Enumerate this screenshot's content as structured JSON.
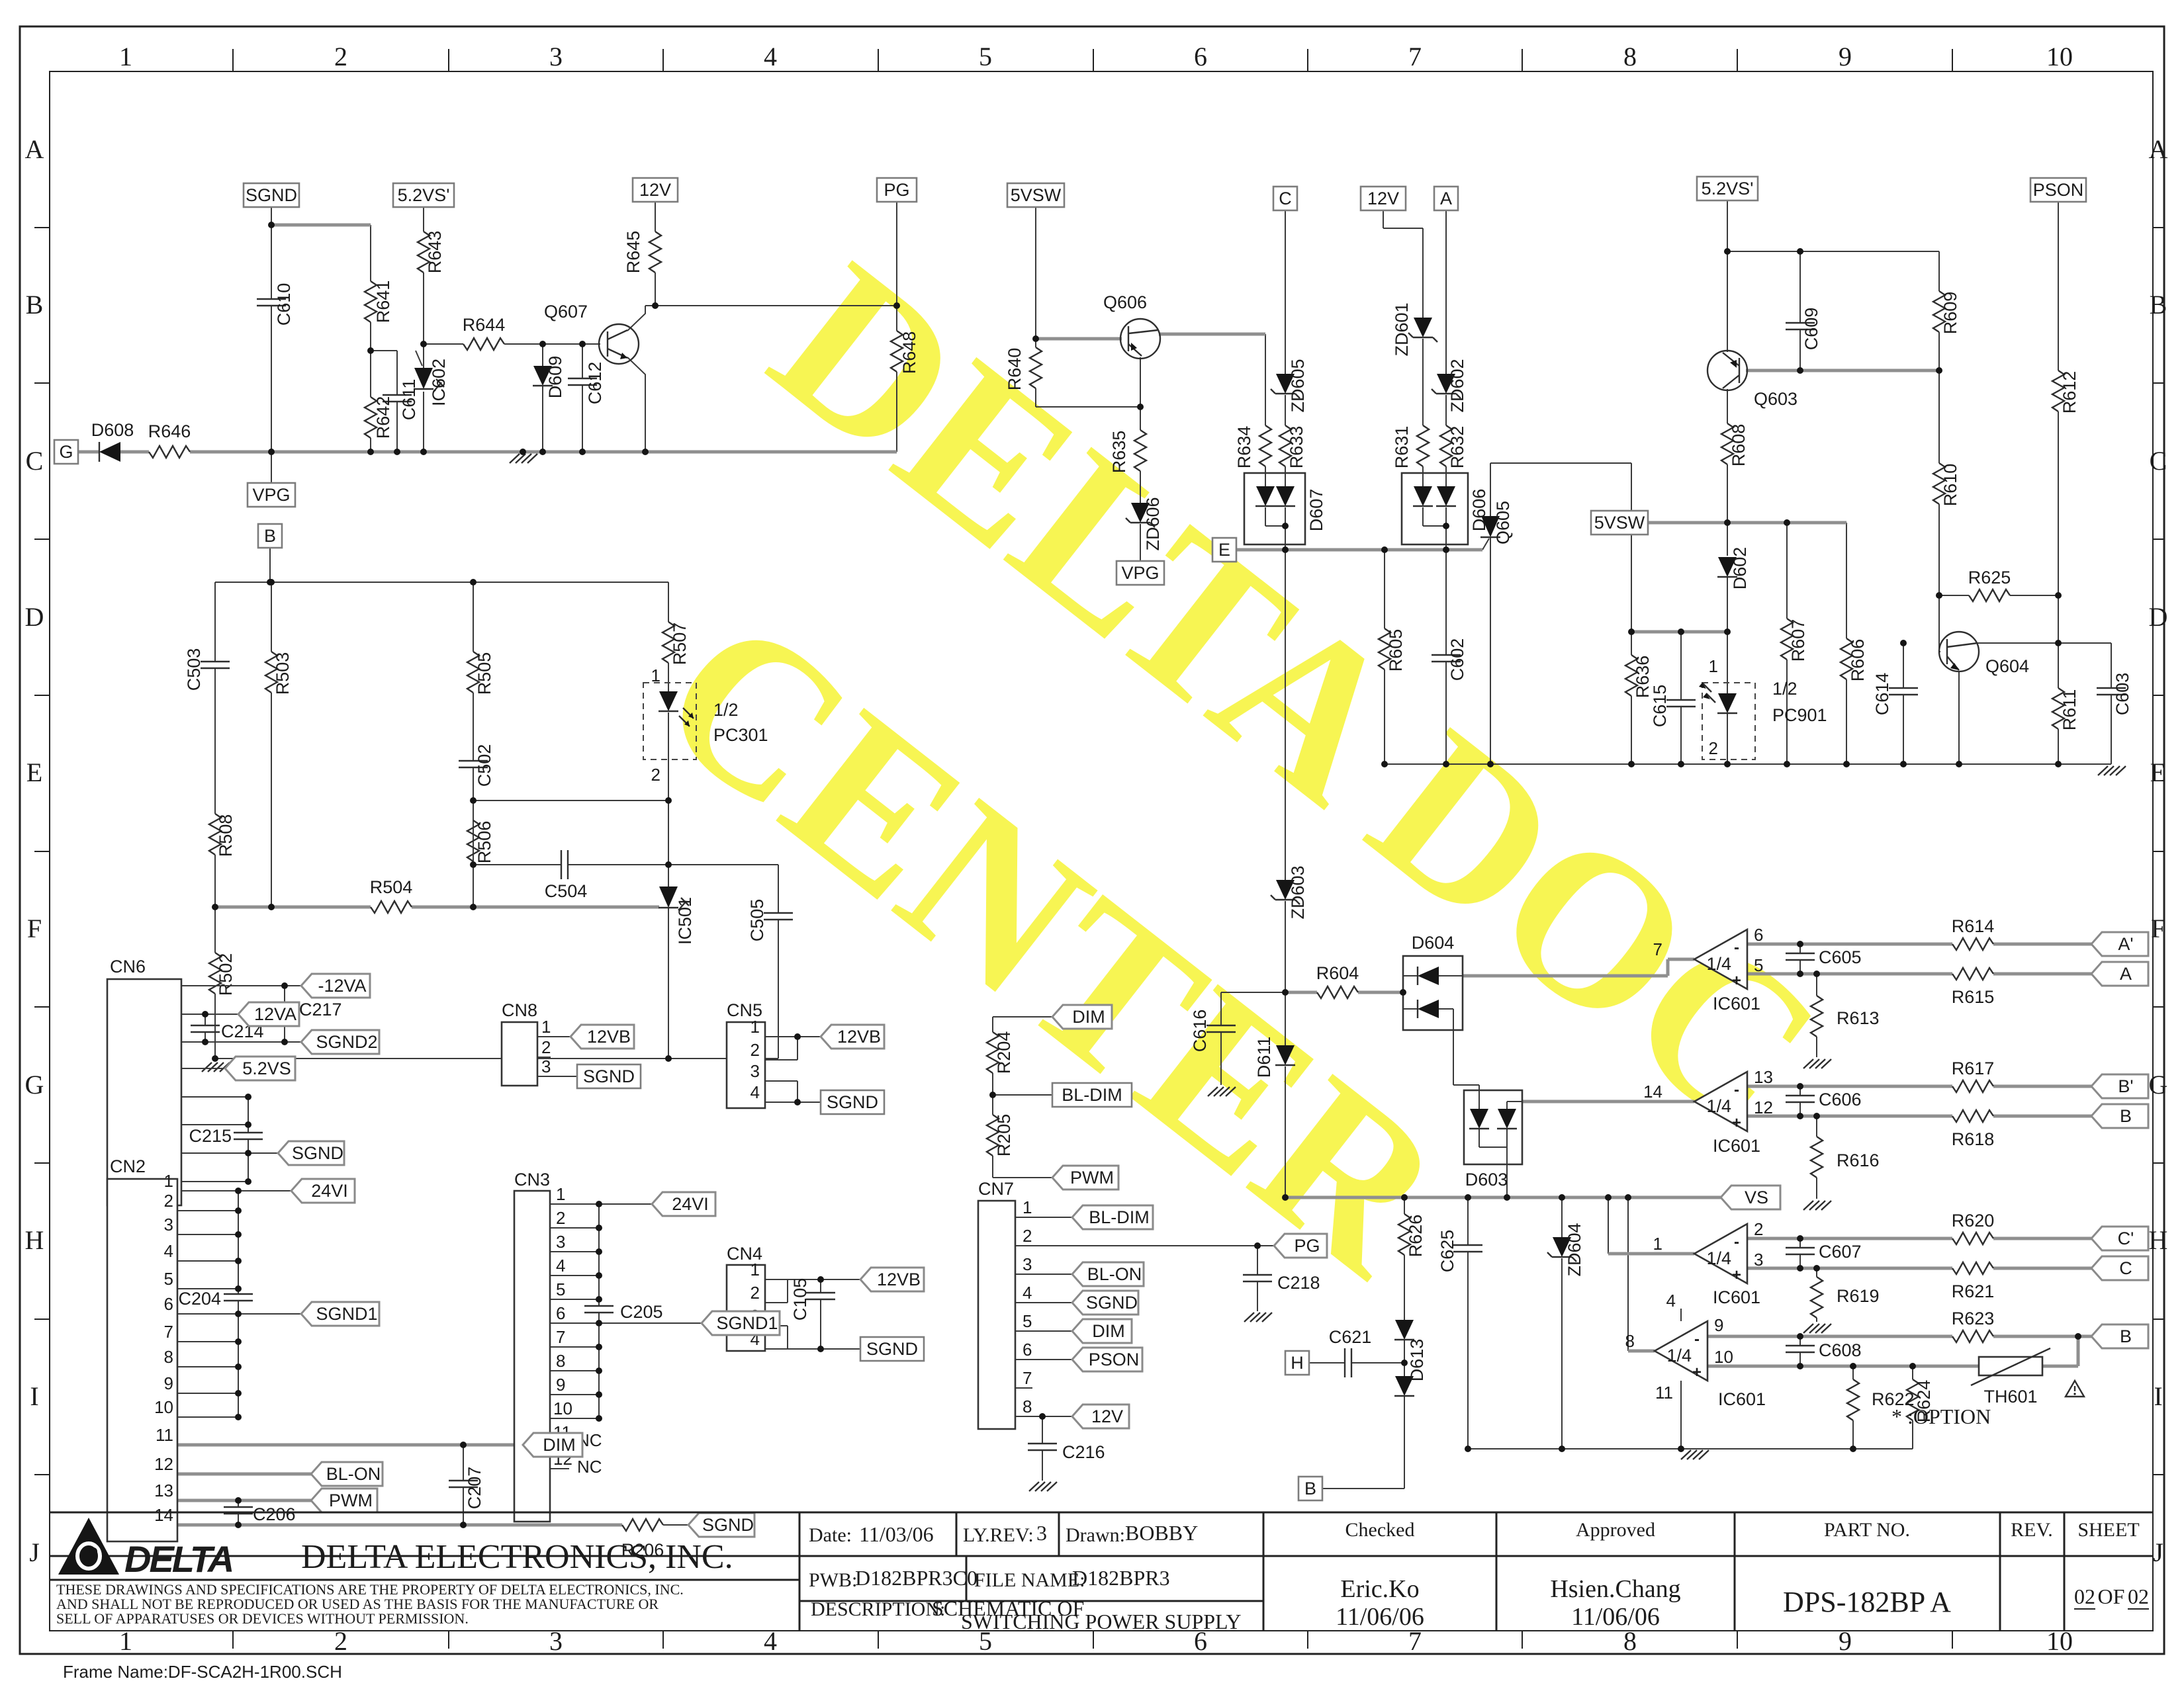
{
  "watermark": {
    "line1": "DELTA DOC",
    "line2": "CENTER"
  },
  "frame": {
    "cols": [
      "1",
      "2",
      "3",
      "4",
      "5",
      "6",
      "7",
      "8",
      "9",
      "10"
    ],
    "rows": [
      "A",
      "B",
      "C",
      "D",
      "E",
      "F",
      "G",
      "H",
      "I",
      "J"
    ],
    "frame_name": "Frame Name:DF-SCA2H-1R00.SCH"
  },
  "title_block": {
    "logo_text": "DELTA",
    "company": "DELTA ELECTRONICS, INC.",
    "disclaimer1": "THESE DRAWINGS AND SPECIFICATIONS ARE THE PROPERTY OF DELTA ELECTRONICS, INC.",
    "disclaimer2": "AND SHALL NOT BE REPRODUCED OR USED AS THE BASIS FOR THE MANUFACTURE OR",
    "disclaimer3": "SELL OF APPARATUSES OR DEVICES WITHOUT PERMISSION.",
    "date_label": "Date:",
    "date_value": "11/03/06",
    "lyrev_label": "LY.REV:",
    "lyrev_value": "3",
    "drawn_label": "Drawn:",
    "drawn_value": "BOBBY",
    "pwb_label": "PWB:",
    "pwb_value": "D182BPR3C0",
    "file_label": "FILE NAME:",
    "file_value": "D182BPR3",
    "desc_label": "DESCRIPTION:",
    "desc_line1": "SCHEMATIC OF",
    "desc_line2": "SWITCHING POWER SUPPLY",
    "checked_label": "Checked",
    "checked_name": "Eric.Ko",
    "checked_date": "11/06/06",
    "approved_label": "Approved",
    "approved_name": "Hsien.Chang",
    "approved_date": "11/06/06",
    "partno_label": "PART NO.",
    "partno_value": "DPS-182BP A",
    "rev_label": "REV.",
    "sheet_label": "SHEET",
    "sheet_num": "02",
    "sheet_of": "OF",
    "sheet_total": "02"
  },
  "nets": {
    "sgnd": "SGND",
    "sgnd1": "SGND1",
    "sgnd2": "SGND2",
    "vpg": "VPG",
    "g": "G",
    "v52vsp": "5.2VS'",
    "v52vs": "5.2VS",
    "v12": "12V",
    "pg": "PG",
    "v5sw": "5VSW",
    "c": "C",
    "a": "A",
    "e": "E",
    "pson": "PSON",
    "b": "B",
    "h": "H",
    "vs": "VS",
    "dim": "DIM",
    "bldim": "BL-DIM",
    "blon": "BL-ON",
    "pwm": "PWM",
    "n12va": "-12VA",
    "p12va": "12VA",
    "v24vi": "24VI",
    "v12vb": "12VB",
    "ap": "A'",
    "bp": "B'",
    "cp": "C'"
  },
  "refs": {
    "c610": "C610",
    "r641": "R641",
    "r642": "R642",
    "c611": "C611",
    "ic602": "IC602",
    "r643": "R643",
    "r644": "R644",
    "d608": "D608",
    "r646": "R646",
    "d609": "D609",
    "c612": "C612",
    "q607": "Q607",
    "r645": "R645",
    "r648": "R648",
    "r640": "R640",
    "q606": "Q606",
    "r635": "R635",
    "zd606": "ZD606",
    "zd605": "ZD605",
    "r633": "R633",
    "r634": "R634",
    "d607": "D607",
    "zd601": "ZD601",
    "zd602": "ZD602",
    "r631": "R631",
    "r632": "R632",
    "d606": "D606",
    "q605": "Q605",
    "r605": "R605",
    "c602": "C602",
    "c609": "C609",
    "r609": "R609",
    "q603": "Q603",
    "r610": "R610",
    "r612": "R612",
    "r625": "R625",
    "q604": "Q604",
    "r608": "R608",
    "r607": "R607",
    "r606": "R606",
    "d602": "D602",
    "r636": "R636",
    "c615": "C615",
    "pc901": "PC901",
    "c614": "C614",
    "r611": "R611",
    "c603": "C603",
    "c503": "C503",
    "r503": "R503",
    "r508": "R508",
    "r502": "R502",
    "r505": "R505",
    "c502": "C502",
    "r506": "R506",
    "r504": "R504",
    "c504": "C504",
    "r507": "R507",
    "pc301": "PC301",
    "ic501": "IC501",
    "c505": "C505",
    "zd603": "ZD603",
    "c616": "C616",
    "d611": "D611",
    "r604": "R604",
    "d604": "D604",
    "d603": "D603",
    "r626": "R626",
    "c621": "C621",
    "d613": "D613",
    "c625": "C625",
    "zd604": "ZD604",
    "ic601": "IC601",
    "c605": "C605",
    "r613": "R613",
    "r614": "R614",
    "r615": "R615",
    "c606": "C606",
    "r616": "R616",
    "r617": "R617",
    "r618": "R618",
    "c607": "C607",
    "r619": "R619",
    "r620": "R620",
    "r621": "R621",
    "c608": "C608",
    "r622": "R622",
    "r623": "R623",
    "r624": "R624",
    "th601": "TH601",
    "cn6": "CN6",
    "cn2": "CN2",
    "cn8": "CN8",
    "cn5": "CN5",
    "cn3": "CN3",
    "cn4": "CN4",
    "cn7": "CN7",
    "c214": "C214",
    "c217": "C217",
    "c215": "C215",
    "c204": "C204",
    "c206": "C206",
    "c207": "C207",
    "r206": "R206",
    "c205": "C205",
    "c105": "C105",
    "c216": "C216",
    "c218": "C218",
    "r204": "R204",
    "r205": "R205"
  },
  "pins": {
    "p1": "1",
    "p2": "2",
    "p3": "3",
    "p4": "4",
    "p5": "5",
    "p6": "6",
    "p7": "7",
    "p8": "8",
    "p9": "9",
    "p10": "10",
    "p11": "11",
    "p12": "12",
    "p13": "13",
    "p14": "14"
  },
  "misc": {
    "half": "1/2",
    "quarter": "1/4",
    "nc": "NC",
    "plus": "+",
    "minus": "-",
    "option": "* :OPTION"
  }
}
